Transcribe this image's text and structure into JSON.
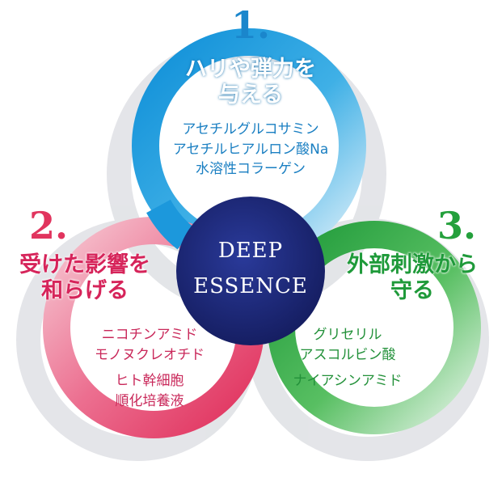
{
  "center": {
    "line1": "DEEP",
    "line2": "ESSENCE"
  },
  "colors": {
    "blue": "#1aa0df",
    "pink": "#e6466e",
    "green": "#2aa845",
    "core": "#1e2a7a",
    "number_blue": "#1a86cc",
    "number_pink": "#e1345e",
    "number_green": "#24a03c"
  },
  "segments": [
    {
      "number": "1.",
      "heading": [
        "ハリや弾力を",
        "与える"
      ],
      "items": [
        "アセチルグルコサミン",
        "アセチルヒアルロン酸Na",
        "水溶性コラーゲン"
      ]
    },
    {
      "number": "2.",
      "heading": [
        "受けた影響を",
        "和らげる"
      ],
      "items": [
        "ニコチンアミド",
        "モノヌクレオチド",
        "ヒト幹細胞",
        "順化培養液"
      ]
    },
    {
      "number": "3.",
      "heading": [
        "外部刺激から",
        "守る"
      ],
      "items": [
        "グリセリル",
        "アスコルビン酸",
        "ナイアシンアミド"
      ]
    }
  ]
}
